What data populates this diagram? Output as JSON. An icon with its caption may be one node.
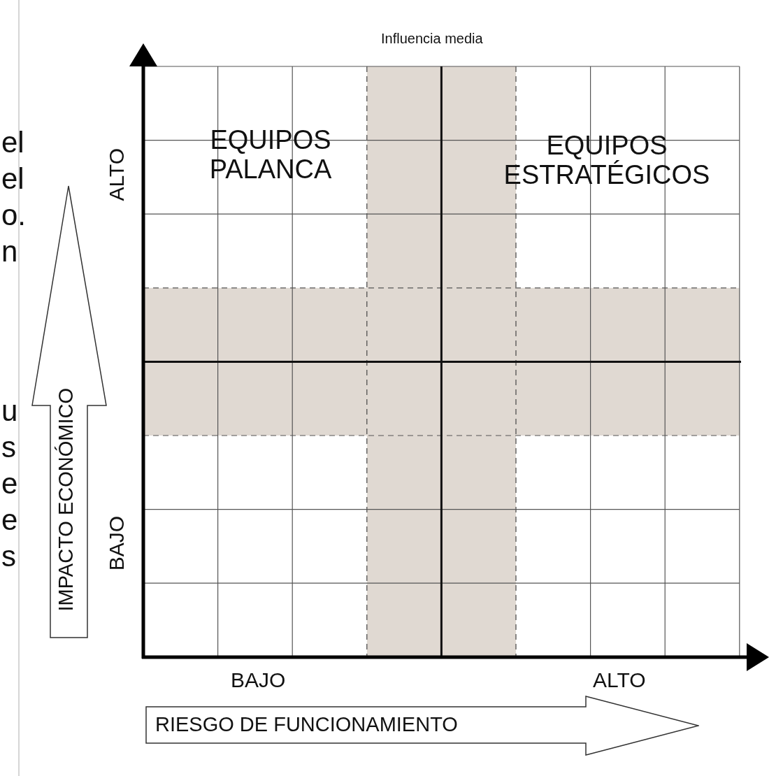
{
  "diagram": {
    "nodes": [
      {
        "text": [
          "IMPACTO ECONÓMICO"
        ]
      },
      {
        "text": [
          "RIESGO DE FUNCIONAMIENTO"
        ]
      }
    ],
    "edges": [],
    "labels": [
      "Influencia media",
      "EQUIPOS PALANCA",
      "EQUIPOS ESTRATÉGICOS",
      "ALTO",
      "BAJO",
      "BAJO",
      "ALTO",
      "el",
      "el",
      "o.",
      "n",
      "u",
      "s",
      "e",
      "e",
      "s"
    ]
  }
}
